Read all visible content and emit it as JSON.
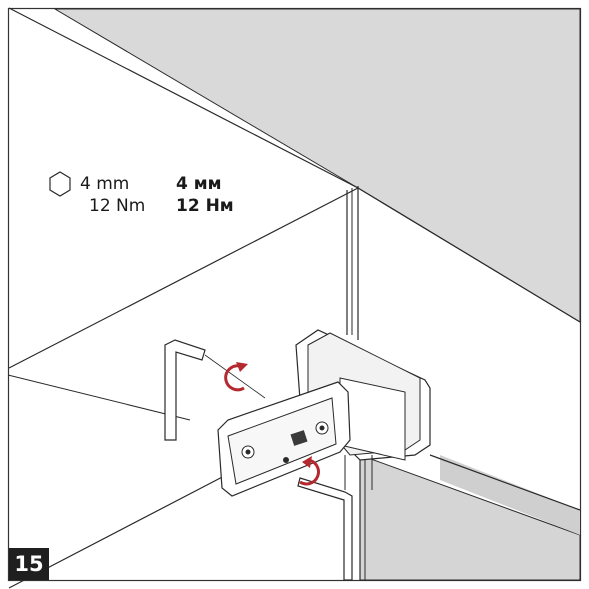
{
  "instruction": {
    "tool_icon": "hex-key-icon",
    "size_en": "4 mm",
    "size_ru": "4 мм",
    "torque_en": "12 Nm",
    "torque_ru": "12 Нм"
  },
  "step_number": "15",
  "colors": {
    "wall": "#d9d9d9",
    "wall_dark": "#cfcfcf",
    "line": "#2a2a2a",
    "accent_arrow": "#b5282e",
    "badge_bg": "#1f1f1f",
    "badge_text": "#ffffff"
  }
}
